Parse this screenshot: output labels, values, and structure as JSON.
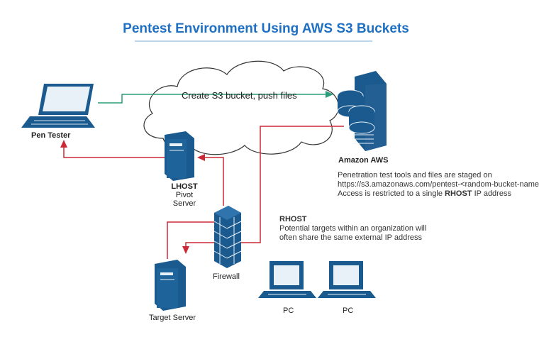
{
  "title": "Pentest Environment Using AWS S3 Buckets",
  "cloud_label": "Create S3 bucket, push files",
  "nodes": {
    "pen_tester": "Pen Tester",
    "lhost_bold": "LHOST",
    "lhost_rest": " Pivot",
    "lhost_line2": "Server",
    "amazon": "Amazon AWS",
    "firewall": "Firewall",
    "target": "Target Server",
    "pc1": "PC",
    "pc2": "PC"
  },
  "aws_note": {
    "line1": "Penetration test tools and files are staged on",
    "line2": "https://s3.amazonaws.com/pentest-<random-bucket-name",
    "line3_pre": "Access is restricted to a single ",
    "line3_bold": "RHOST",
    "line3_post": " IP address"
  },
  "rhost_note": {
    "heading": "RHOST",
    "line1": "Potential targets within an organization will",
    "line2": "often share the same external IP address"
  },
  "colors": {
    "title": "#1f6fc2",
    "device": "#1a5a8e",
    "green_link": "#2a9d7a",
    "red_link": "#cc2936"
  },
  "icons": [
    "laptop-icon",
    "cloud-icon",
    "database-server-icon",
    "server-icon",
    "firewall-icon",
    "desktop-pc-icon"
  ]
}
